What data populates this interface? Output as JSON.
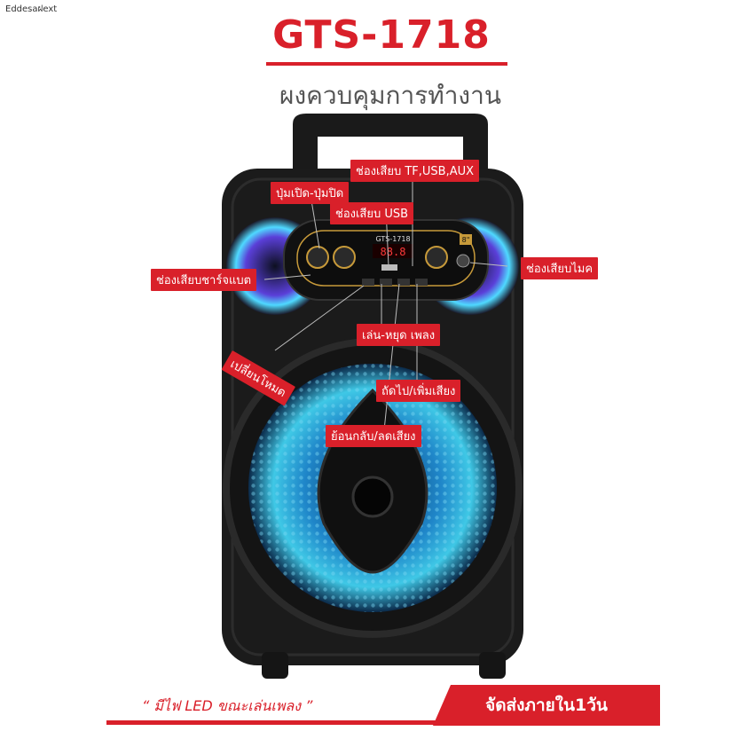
{
  "corner_text": "Eddesaฝext",
  "title": "GTS-1718",
  "subtitle": "ผงควบคุมการทำงาน",
  "device": {
    "panel_model": "GTS-1718",
    "size_badge": "8\""
  },
  "labels": {
    "tf_usb_aux": "ช่องเสียบ TF,USB,AUX",
    "power": "ปุ่มเปิด-ปุ่มปิด",
    "usb": "ช่องเสียบ USB",
    "charge": "ช่องเสียบชาร์จแบต",
    "mic": "ช่องเสียบไมค",
    "play_pause": "เล่น-หยุด เพลง",
    "mode": "เปลี่ยนโหมด",
    "next_vol": "ถัดไป/เพิ่มเสียง",
    "prev_vol": "ย้อนกลับ/ลดเสียง"
  },
  "bottom": {
    "led_text": "“ มีไฟ LED ขณะเล่นเพลง ”",
    "shipping": "จัดส่งภายใน1วัน"
  },
  "colors": {
    "accent": "#d9202a",
    "speaker_body": "#1b1b1b",
    "led": "#3fc8e6"
  }
}
